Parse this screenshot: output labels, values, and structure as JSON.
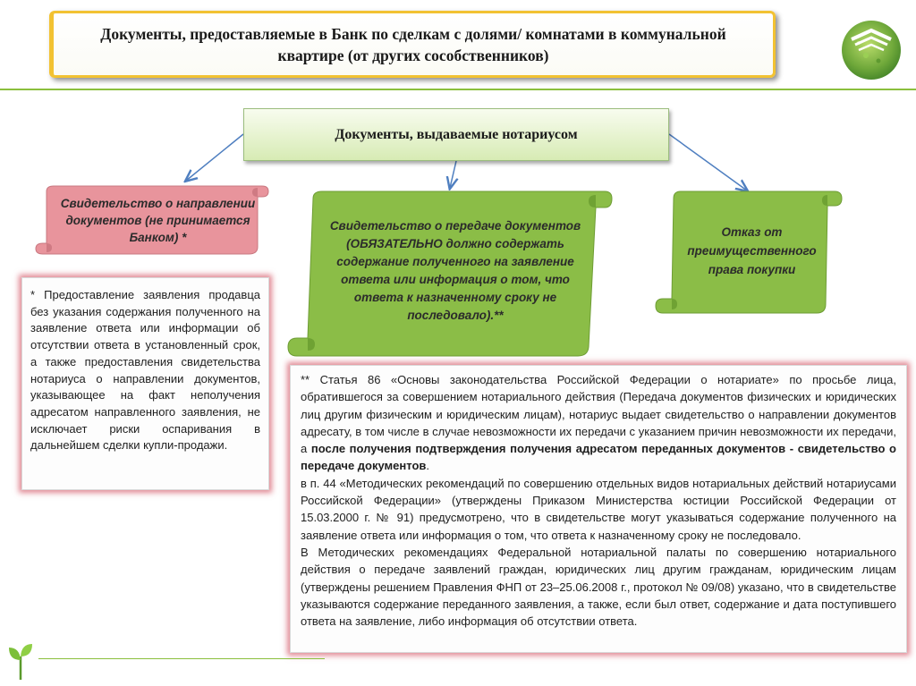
{
  "title": "Документы, предоставляемые в Банк по сделкам с долями/ комнатами в коммунальной квартире (от других сособственников)",
  "notary_box": "Документы, выдаваемые нотариусом",
  "scrolls": {
    "left": "Свидетельство о направлении документов (не принимается Банком) *",
    "center": "Свидетельство о передаче документов (ОБЯЗАТЕЛЬНО должно содержать содержание полученного на заявление ответа или информация о том, что ответа к назначенному сроку не последовало).**",
    "right": "Отказ от преимущественного права покупки"
  },
  "note_left": "* Предоставление заявления продавца без указания содержания полученного на заявление ответа или информации об отсутствии ответа в установленный срок, а также предоставления свидетельства нотариуса о направлении документов, указывающее на факт неполучения адресатом направленного заявления, не исключает риски оспаривания в дальнейшем сделки купли-продажи.",
  "note_right": {
    "p1_start": "** Статья 86 «Основы законодательства Российской Федерации о нотариате» по просьбе лица, обратившегося за совершением нотариального действия (Передача документов физических и юридических лиц другим физическим и юридическим лицам), нотариус выдает свидетельство о направлении документов адресату, в том числе в случае невозможности их передачи с указанием причин невозможности их передачи, а ",
    "p1_bold": "после получения подтверждения получения адресатом переданных документов - свидетельство о передаче документов",
    "p1_end": ".",
    "p2": "в п. 44 «Методических рекомендаций по совершению отдельных видов нотариальных действий нотариусами Российской Федерации» (утверждены Приказом Министерства юстиции Российской Федерации от 15.03.2000 г. № 91) предусмотрено, что в свидетельстве могут указываться содержание полученного на заявление ответа или информация о том, что ответа к назначенному сроку не последовало.",
    "p3": "В Методических рекомендациях Федеральной нотариальной палаты по совершению нотариального действия о передаче заявлений граждан, юридических лиц другим гражданам, юридическим лицам (утверждены решением Правления ФНП от 23–25.06.2008 г., протокол № 09/08) указано, что в свидетельстве указываются содержание переданного заявления, а также, если был ответ, содержание и дата поступившего ответа на заявление, либо информация об отсутствии ответа."
  },
  "colors": {
    "accent_yellow": "#f2c232",
    "green": "#8bbf3d",
    "pink_scroll": "#e8949c",
    "green_scroll": "#8bbd47",
    "arrow": "#4f7fc0"
  },
  "icons": [
    "bank-logo-icon",
    "sprout-icon"
  ]
}
